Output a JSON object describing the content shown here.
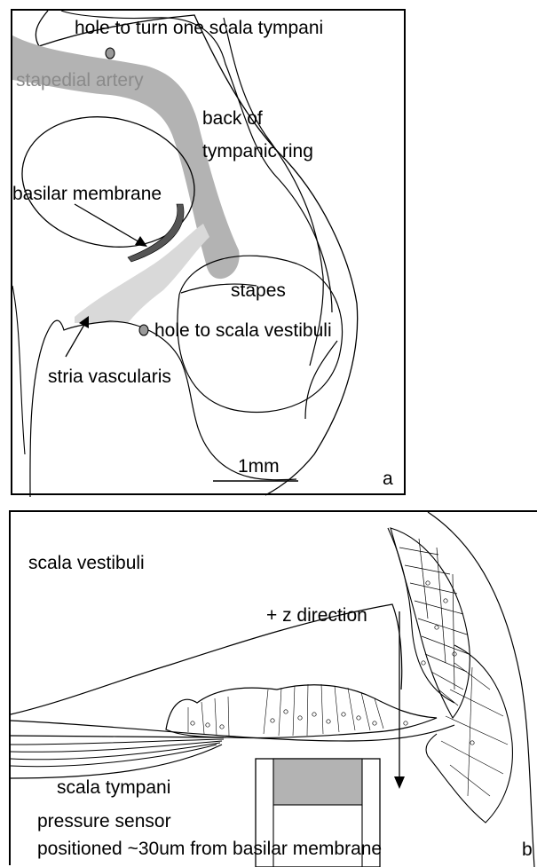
{
  "panel_a": {
    "letter": "a",
    "labels": {
      "hole_scala_tympani": "hole to turn one scala tympani",
      "stapedial_artery": "stapedial artery",
      "back_of": "back of",
      "tympanic_ring": "tympanic ring",
      "basilar_membrane": "basilar membrane",
      "stapes": "stapes",
      "hole_scala_vestibuli": "hole to scala vestibuli",
      "stria_vascularis": "stria vascularis",
      "scale_bar": "1mm"
    },
    "colors": {
      "artery": "#b3b3b3",
      "stria": "#d9d9d9",
      "membrane": "#555555",
      "hole": "#9a9a9a"
    }
  },
  "panel_b": {
    "letter": "b",
    "labels": {
      "scala_vestibuli": "scala vestibuli",
      "z_direction": "+ z direction",
      "scala_tympani": "scala tympani",
      "pressure_sensor": "pressure sensor",
      "sensor_position": "positioned ~30um from basilar membrane"
    },
    "colors": {
      "sensor_fill": "#b3b3b3"
    }
  }
}
